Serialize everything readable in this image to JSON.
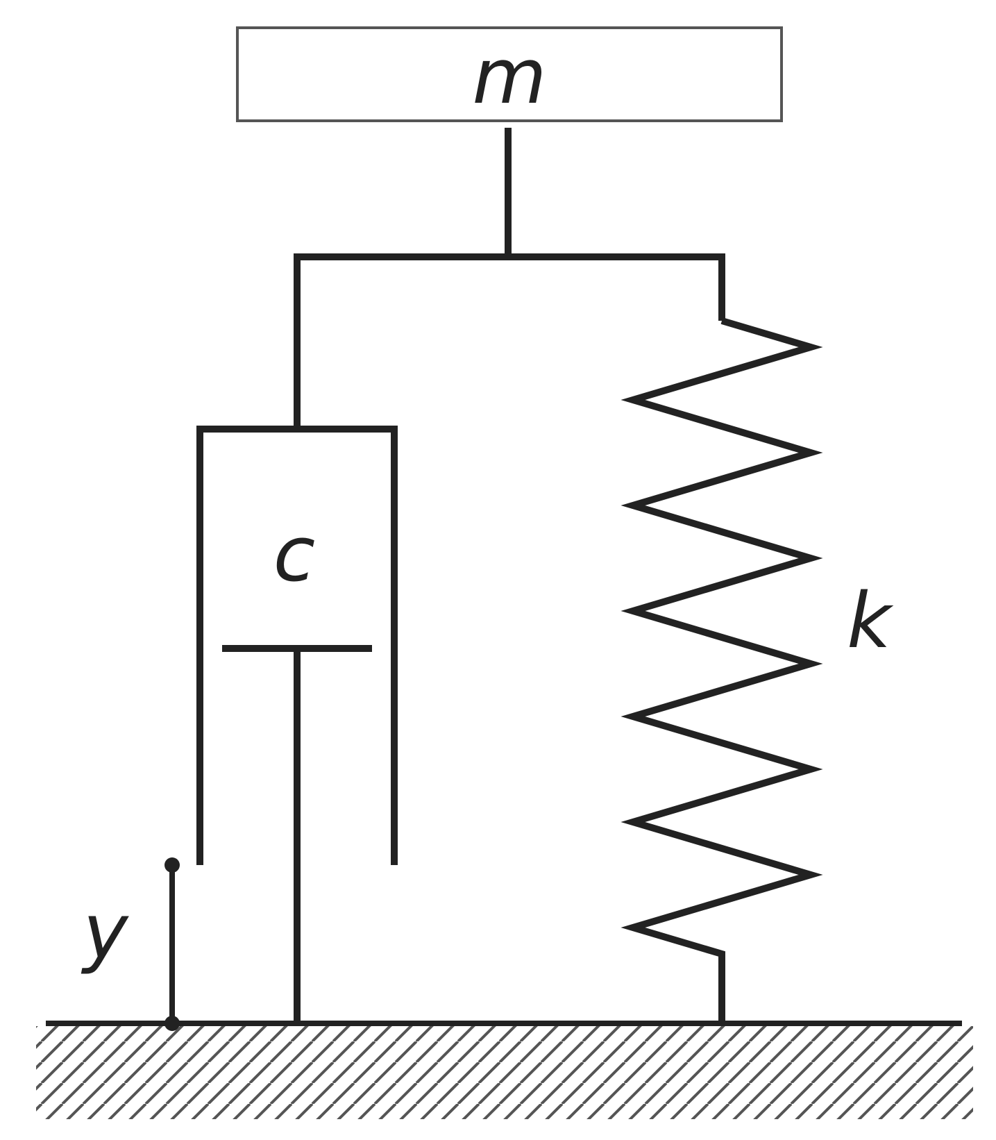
{
  "labels": {
    "mass": "m",
    "damper": "c",
    "spring": "k",
    "displacement": "y"
  },
  "colors": {
    "stroke": "#222222",
    "box_stroke": "#555555",
    "background": "#ffffff"
  }
}
